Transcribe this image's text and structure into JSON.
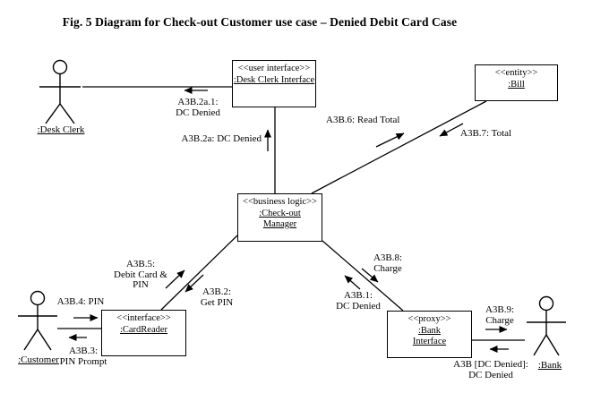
{
  "title": "Fig. 5 Diagram for Check-out Customer use case – Denied Debit Card Case",
  "colors": {
    "ink": "#000000",
    "background": "#ffffff"
  },
  "actors": {
    "desk_clerk": {
      "label": ":Desk Clerk"
    },
    "customer": {
      "label": ":Customer"
    },
    "bank": {
      "label": ":Bank"
    }
  },
  "objects": {
    "desk_clerk_interface": {
      "stereotype": "<<user interface>>",
      "name": ":Desk Clerk Interface"
    },
    "bill": {
      "stereotype": "<<entity>>",
      "name": ":Bill"
    },
    "checkout_manager": {
      "stereotype": "<<business logic>>",
      "name_line1": ":Check-out",
      "name_line2": "Manager"
    },
    "card_reader": {
      "stereotype": "<<interface>>",
      "name": ":CardReader"
    },
    "bank_interface": {
      "stereotype": "<<proxy>>",
      "name_line1": ":Bank",
      "name_line2": "Interface"
    }
  },
  "messages": {
    "a3b_2a_1": {
      "line1": "A3B.2a.1:",
      "line2": "DC Denied"
    },
    "a3b_2a": {
      "line1": "A3B.2a: DC Denied"
    },
    "a3b_6": {
      "line1": "A3B.6: Read Total"
    },
    "a3b_7": {
      "line1": "A3B.7: Total"
    },
    "a3b_5": {
      "line1": "A3B.5:",
      "line2": "Debit Card &",
      "line3": "PIN"
    },
    "a3b_2": {
      "line1": "A3B.2:",
      "line2": "Get PIN"
    },
    "a3b_8": {
      "line1": "A3B.8:",
      "line2": "Charge"
    },
    "a3b_1": {
      "line1": "A3B.1:",
      "line2": "DC Denied"
    },
    "a3b_4": {
      "line1": "A3B.4: PIN"
    },
    "a3b_3": {
      "line1": "A3B.3:",
      "line2": "PIN Prompt"
    },
    "a3b_9": {
      "line1": "A3B.9:",
      "line2": "Charge"
    },
    "a3b_dc_denied": {
      "line1": "A3B [DC Denied]:",
      "line2": "DC Denied"
    }
  }
}
